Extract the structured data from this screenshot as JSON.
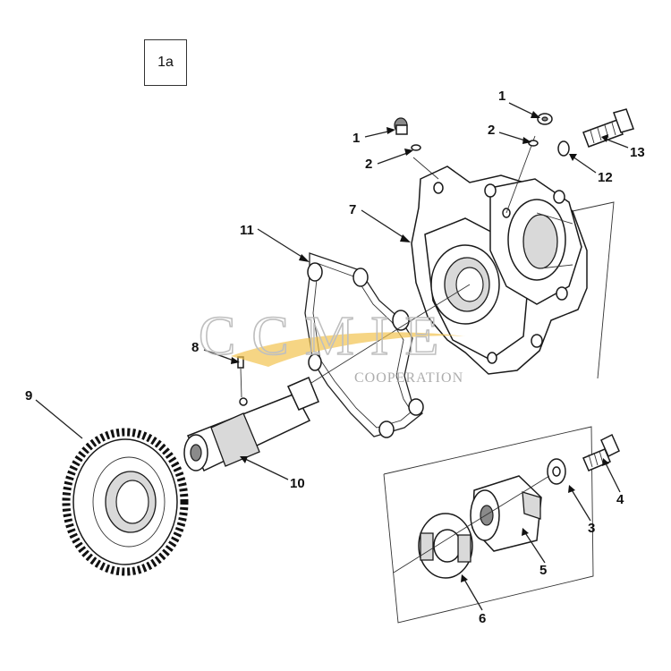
{
  "figure_label": "1a",
  "watermark": {
    "letters": "CCMIE",
    "subtitle": "COOPERATION",
    "swoosh_color": "#f2c24a"
  },
  "callouts": [
    "1",
    "2",
    "1",
    "2",
    "13",
    "12",
    "7",
    "11",
    "8",
    "9",
    "10",
    "4",
    "3",
    "5",
    "6"
  ]
}
